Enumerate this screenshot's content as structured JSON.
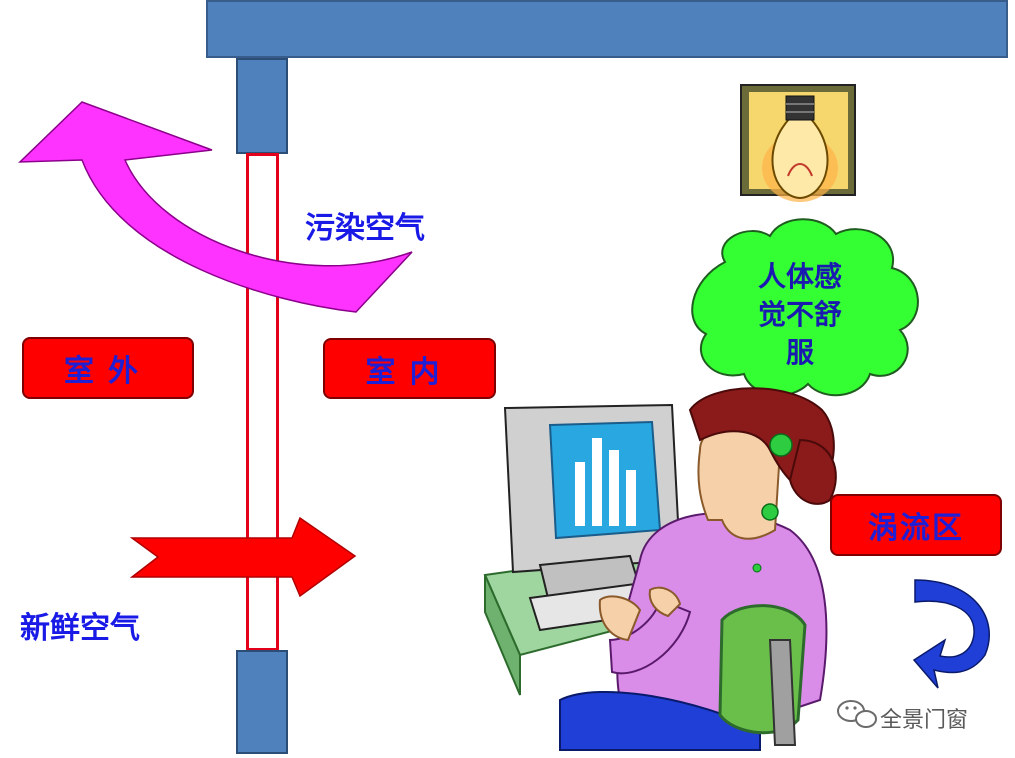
{
  "labels": {
    "outdoor": "室外",
    "indoor": "室内",
    "polluted_air": "污染空气",
    "fresh_air": "新鲜空气",
    "eddy_zone": "涡流区",
    "discomfort_line1": "人体感",
    "discomfort_line2": "觉不舒",
    "discomfort_line3": "服"
  },
  "watermark": "全景门窗",
  "icons": [
    "polluted-air-arrow",
    "fresh-air-arrow",
    "eddy-arrow",
    "light-bulb-icon",
    "computer-monitor",
    "woman-figure",
    "office-chair",
    "wechat-icon"
  ],
  "colors": {
    "wall": "#4f81bd",
    "label_box": "#ff0000",
    "label_text": "#1f1fd6",
    "polluted_arrow": "#ff33ff",
    "fresh_arrow": "#ff0000",
    "cloud": "#33ff33",
    "eddy_arrow": "#1f3fd6"
  }
}
